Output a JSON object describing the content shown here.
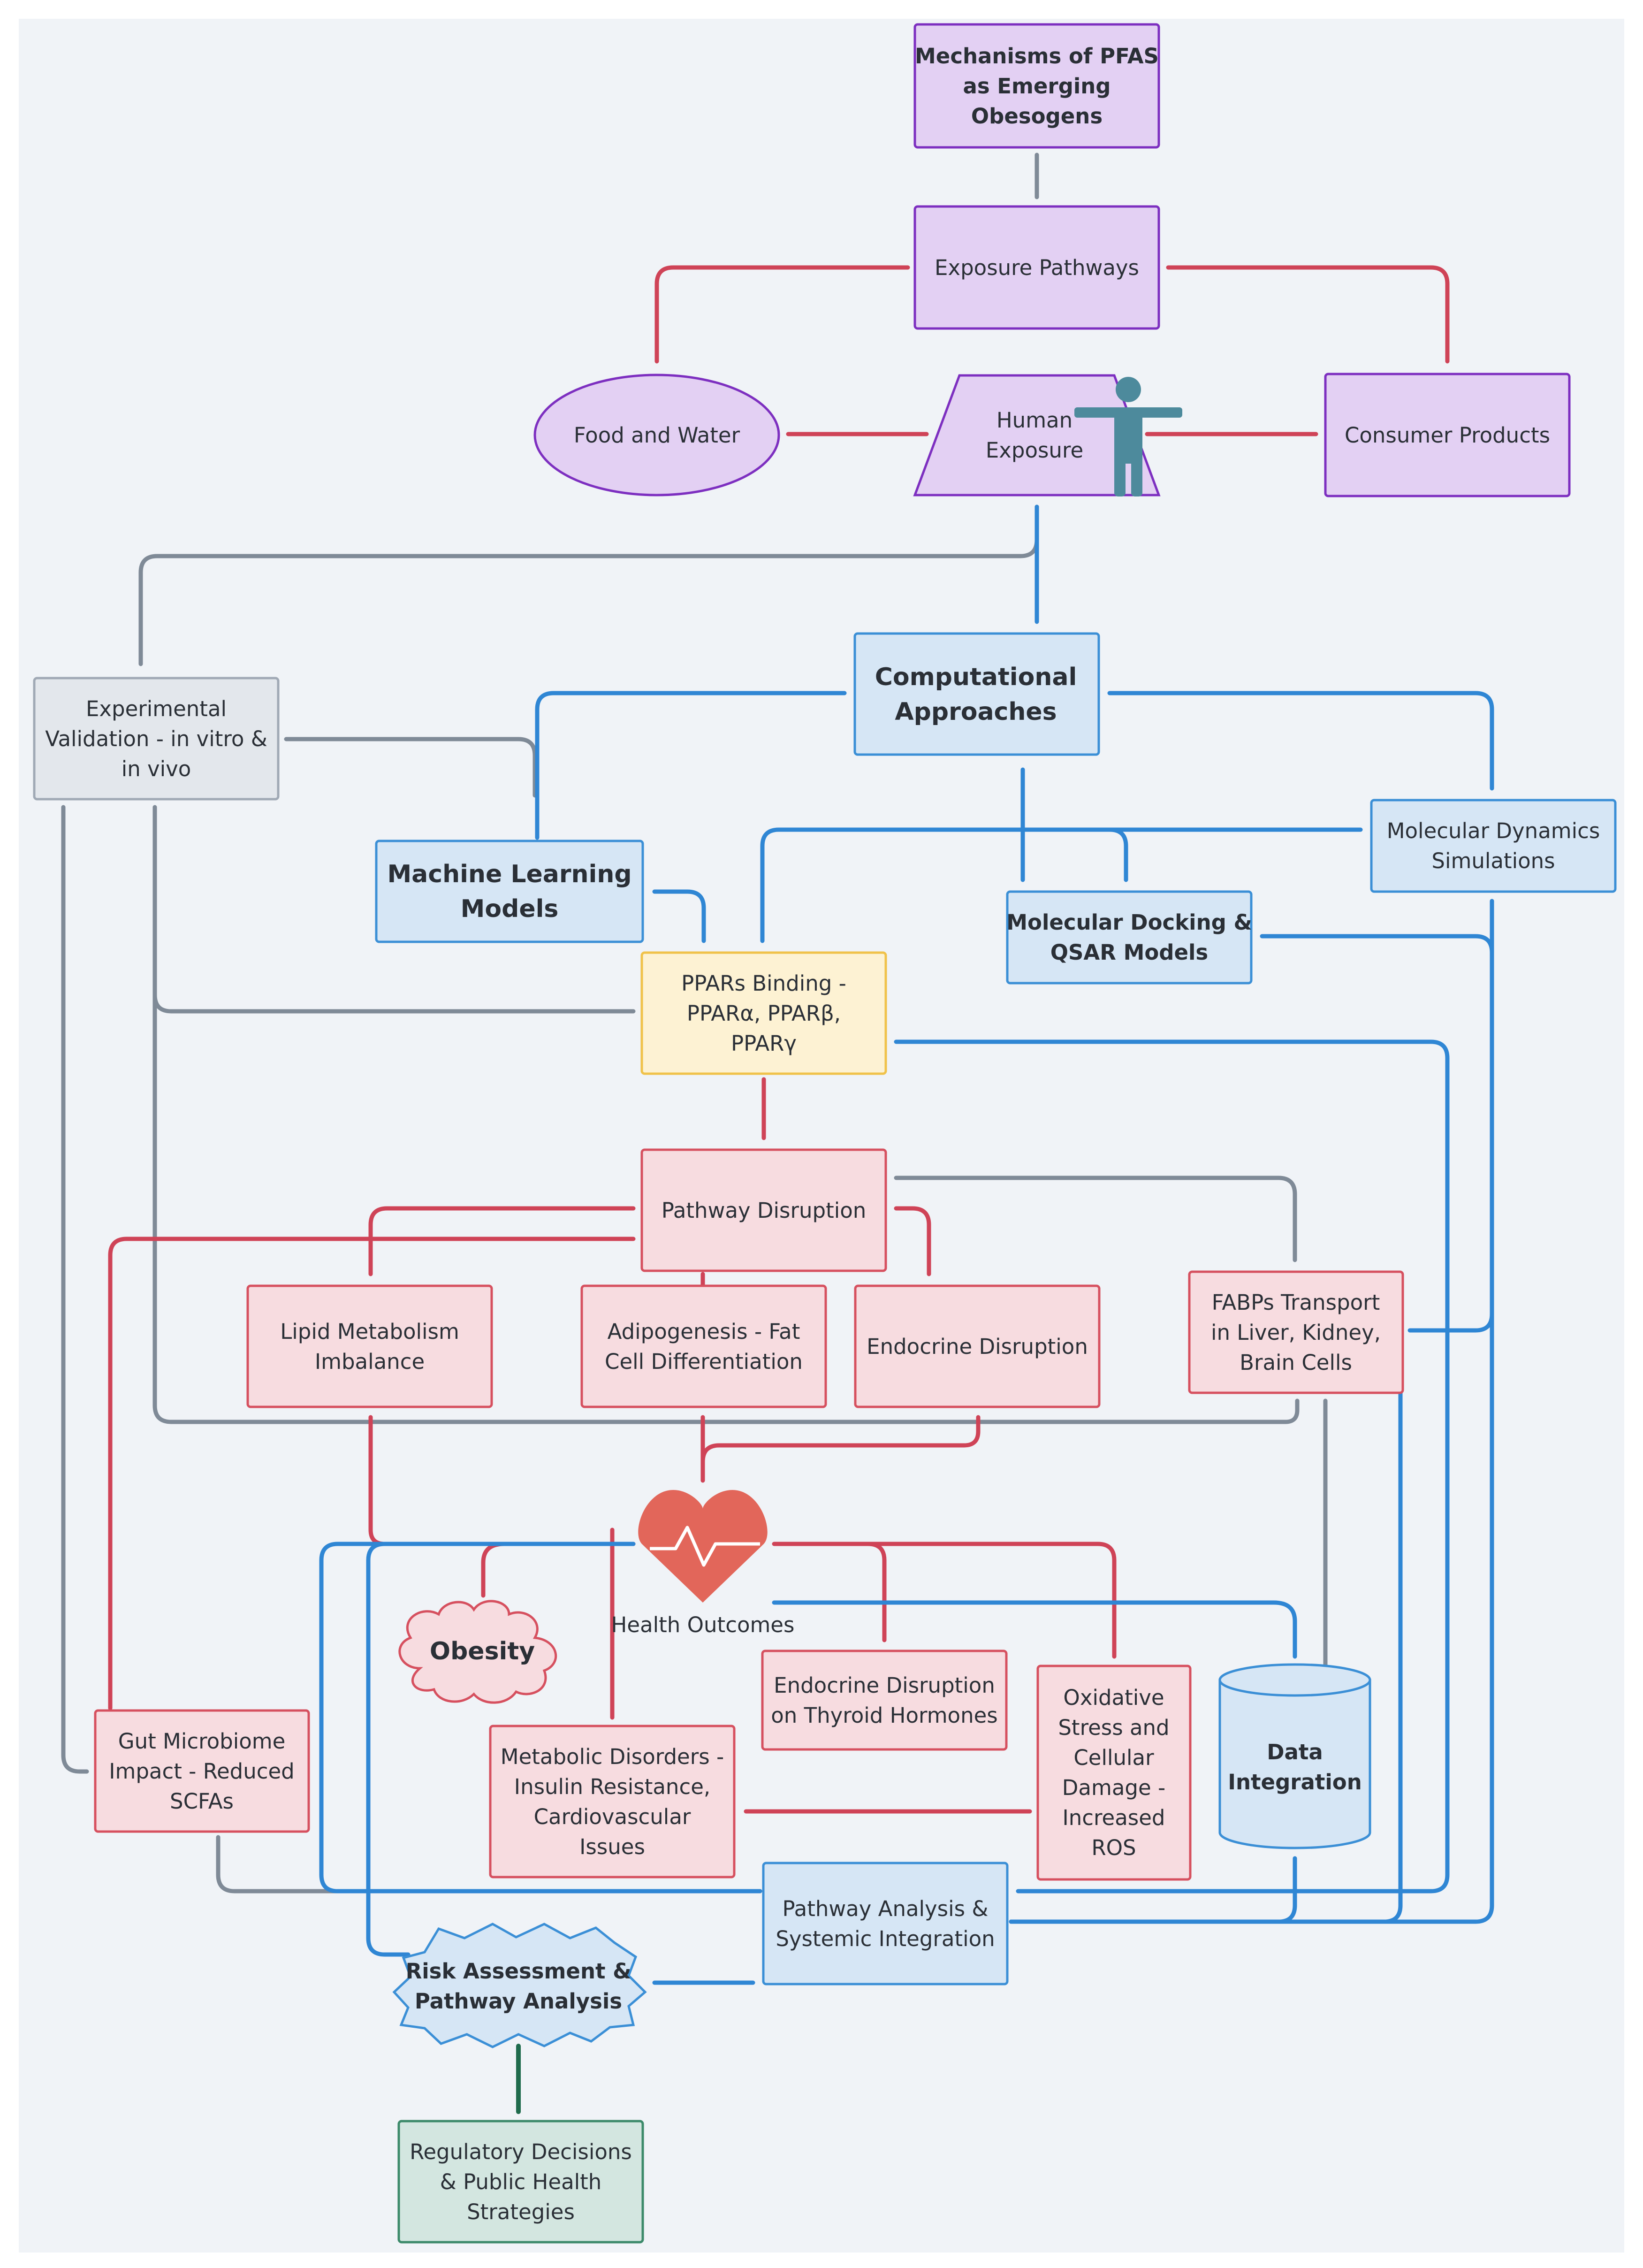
{
  "title": "Mechanisms of PFAS as Emerging Obesogens",
  "colors": {
    "background": "#f0f3f7",
    "purple_fill": "#e3d0f3",
    "purple_stroke": "#7d2fc0",
    "blue_fill": "#d6e6f5",
    "blue_stroke": "#3b8fd6",
    "gray_fill": "#e3e7ec",
    "gray_stroke": "#a0a9b5",
    "yellow_fill": "#fdf2d3",
    "yellow_stroke": "#f0c24a",
    "pink_fill": "#f7dce0",
    "pink_stroke": "#d6505f",
    "green_fill": "#d3e6e0",
    "green_stroke": "#3c8a6a",
    "red_arrow": "#cf4357",
    "gray_arrow": "#7f8a97",
    "blue_arrow": "#2f86d4",
    "green_arrow": "#1f6b4c",
    "heart": "#e2665a",
    "person": "#4d8a9c",
    "text": "#2a2f36"
  },
  "nodes": {
    "title": [
      "Mechanisms of PFAS",
      "as Emerging",
      "Obesogens"
    ],
    "exposure_pathways": [
      "Exposure Pathways"
    ],
    "food_water": [
      "Food and Water"
    ],
    "human_exposure": [
      "Human",
      "Exposure"
    ],
    "consumer_products": [
      "Consumer Products"
    ],
    "computational": [
      "Computational",
      "Approaches"
    ],
    "experimental": [
      "Experimental",
      "Validation - in vitro &",
      "in vivo"
    ],
    "machine_learning": [
      "Machine Learning",
      "Models"
    ],
    "molecular_dynamics": [
      "Molecular Dynamics",
      "Simulations"
    ],
    "molecular_docking": [
      "Molecular Docking &",
      "QSAR Models"
    ],
    "ppars": [
      "PPARs Binding -",
      "PPARα, PPARβ,",
      "PPARγ"
    ],
    "pathway_disruption": [
      "Pathway Disruption"
    ],
    "lipid": [
      "Lipid Metabolism",
      "Imbalance"
    ],
    "adipogenesis": [
      "Adipogenesis - Fat",
      "Cell Differentiation"
    ],
    "endocrine": [
      "Endocrine Disruption"
    ],
    "fabps": [
      "FABPs Transport",
      "in Liver, Kidney,",
      "Brain Cells"
    ],
    "health_outcomes": [
      "Health Outcomes"
    ],
    "obesity": [
      "Obesity"
    ],
    "endocrine_thyroid": [
      "Endocrine Disruption",
      "on Thyroid Hormones"
    ],
    "oxidative": [
      "Oxidative",
      "Stress and",
      "Cellular",
      "Damage -",
      "Increased",
      "ROS"
    ],
    "data_integration": [
      "Data",
      "Integration"
    ],
    "gut": [
      "Gut Microbiome",
      "Impact - Reduced",
      "SCFAs"
    ],
    "metabolic": [
      "Metabolic Disorders -",
      "Insulin Resistance,",
      "Cardiovascular",
      "Issues"
    ],
    "pathway_analysis": [
      "Pathway Analysis &",
      "Systemic Integration"
    ],
    "risk": [
      "Risk Assessment &",
      "Pathway Analysis"
    ],
    "regulatory": [
      "Regulatory Decisions",
      "& Public Health",
      "Strategies"
    ]
  }
}
